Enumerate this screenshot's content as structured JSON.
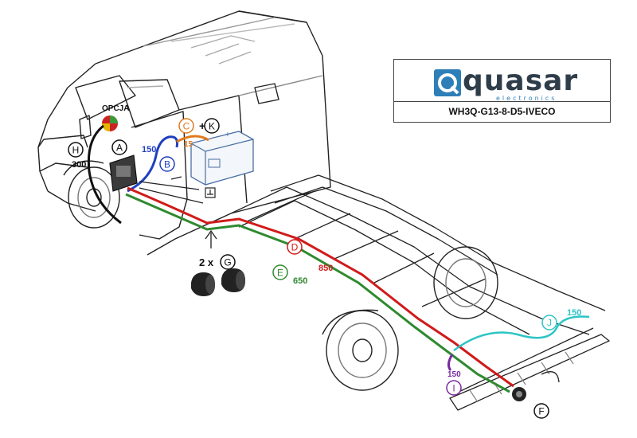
{
  "title_block": {
    "brand": "quasar",
    "brand_sub": "electronics",
    "part_code": "WH3Q-G13-8-D5-IVECO"
  },
  "labels": {
    "opcja": "OPCJA",
    "A": "A",
    "B": "B",
    "C": "C",
    "D": "D",
    "E": "E",
    "F": "F",
    "G": "G",
    "H": "H",
    "I": "I",
    "J": "J",
    "K": "K",
    "plus": "+",
    "two_x": "2 x",
    "len_B": "150",
    "len_C": "15",
    "len_D": "850",
    "len_E": "650",
    "len_H": "300",
    "len_I": "150",
    "len_J": "150"
  },
  "colors": {
    "wire_red": "#d11a1a",
    "wire_green": "#2f8a2f",
    "wire_blue": "#1f3fbf",
    "wire_orange": "#e07a1e",
    "wire_cyan": "#2ec4c4",
    "wire_purple": "#7a2aa0",
    "outline": "#222222",
    "brand_blue": "#2e7fb8"
  }
}
